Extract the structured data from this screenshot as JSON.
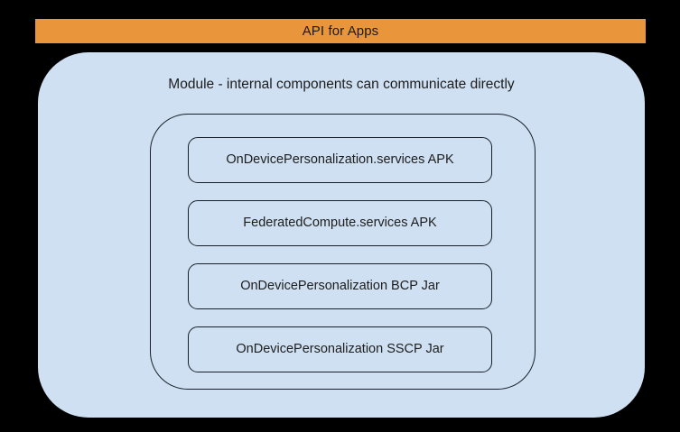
{
  "diagram": {
    "background_color": "#000000",
    "banner": {
      "label": "API for Apps",
      "background_color": "#e8953c",
      "text_color": "#1a1a1a"
    },
    "module_panel": {
      "caption": "Module - internal components can communicate directly",
      "background_color": "#cfe0f2",
      "border_color": "#17202a"
    },
    "components": [
      {
        "label": "OnDevicePersonalization.services APK"
      },
      {
        "label": "FederatedCompute.services APK"
      },
      {
        "label": "OnDevicePersonalization BCP Jar"
      },
      {
        "label": "OnDevicePersonalization SSCP Jar"
      }
    ]
  }
}
